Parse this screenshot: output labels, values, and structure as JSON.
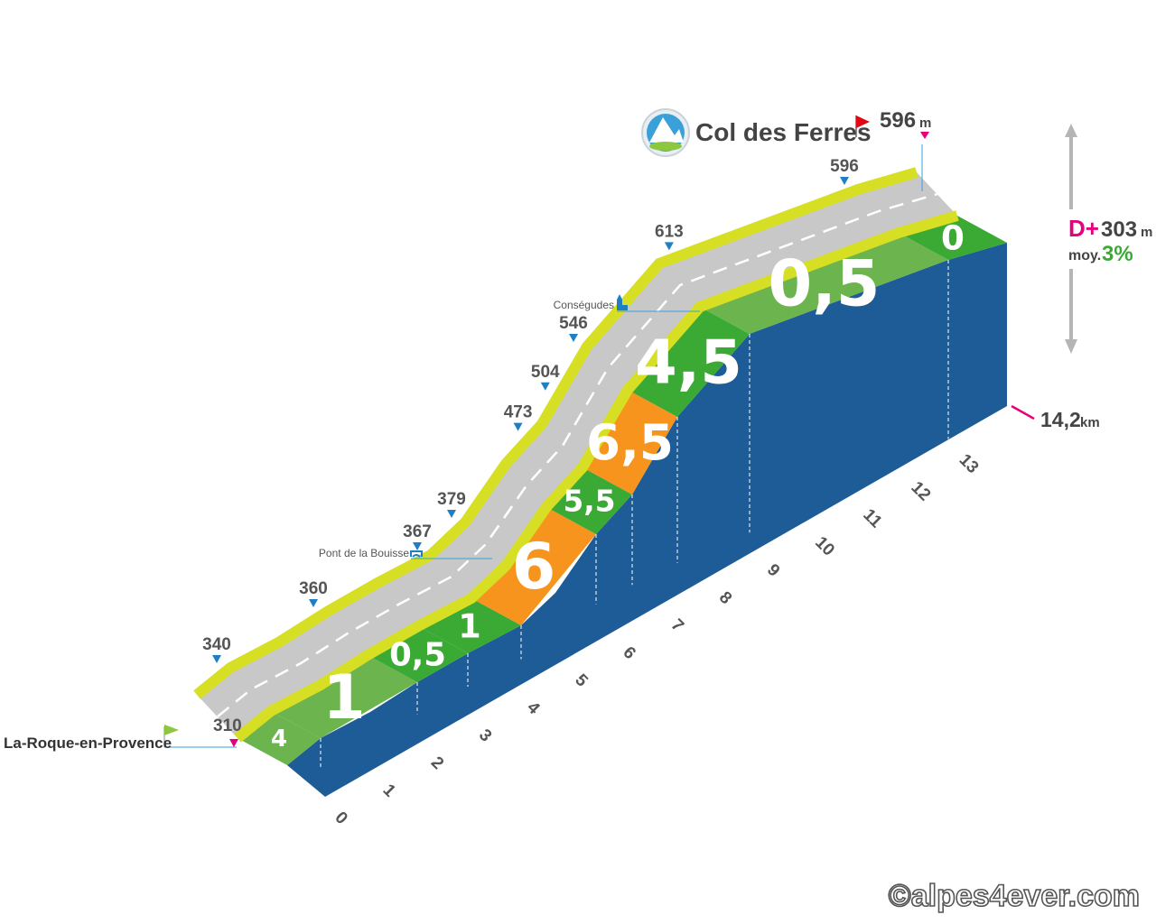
{
  "start": {
    "name": "La-Roque-en-Provence",
    "altitude": "310"
  },
  "summit": {
    "name": "Col des Ferres",
    "altitude": "596",
    "unit": "m"
  },
  "stats": {
    "dplus_label": "D+",
    "dplus_value": "303",
    "dplus_unit": "m",
    "avg_label": "moy.",
    "avg_value": "3%"
  },
  "distance": {
    "value": "14,2",
    "unit": "km"
  },
  "places": [
    {
      "name": "Pont de la Bouisse"
    },
    {
      "name": "Conségudes"
    }
  ],
  "copyright": "©alpes4ever.com",
  "chart_data": {
    "type": "elevation_profile",
    "km_ticks": [
      "0",
      "1",
      "2",
      "3",
      "4",
      "5",
      "6",
      "7",
      "8",
      "9",
      "10",
      "11",
      "12",
      "13"
    ],
    "altitude_markers": [
      {
        "km": 0,
        "altitude": "310"
      },
      {
        "km": 1,
        "altitude": "340"
      },
      {
        "km": 3,
        "altitude": "360"
      },
      {
        "km": 5,
        "altitude": "367"
      },
      {
        "km": 6,
        "altitude": "379"
      },
      {
        "km": 7.5,
        "altitude": "473"
      },
      {
        "km": 8,
        "altitude": "504"
      },
      {
        "km": 8.5,
        "altitude": "546"
      },
      {
        "km": 10,
        "altitude": "613"
      },
      {
        "km": 13,
        "altitude": "596"
      },
      {
        "km": 14.2,
        "altitude": "596"
      }
    ],
    "segments": [
      {
        "from_km": 0,
        "to_km": 1,
        "grade": "4",
        "color": "#6cb44e"
      },
      {
        "from_km": 1,
        "to_km": 3,
        "grade": "1",
        "color": "#6cb44e"
      },
      {
        "from_km": 3,
        "to_km": 4,
        "grade": "0,5",
        "color": "#3aaa35"
      },
      {
        "from_km": 4,
        "to_km": 5,
        "grade": "1",
        "color": "#3aaa35"
      },
      {
        "from_km": 5,
        "to_km": 7,
        "grade": "6",
        "color": "#f7941d"
      },
      {
        "from_km": 7,
        "to_km": 7.7,
        "grade": "5,5",
        "color": "#3aaa35"
      },
      {
        "from_km": 7.7,
        "to_km": 8.5,
        "grade": "6,5",
        "color": "#f7941d"
      },
      {
        "from_km": 8.5,
        "to_km": 9.6,
        "grade": "4,5",
        "color": "#3aaa35"
      },
      {
        "from_km": 9.6,
        "to_km": 13,
        "grade": "0,5",
        "color": "#6cb44e"
      },
      {
        "from_km": 13,
        "to_km": 14.2,
        "grade": "0",
        "color": "#3aaa35"
      }
    ],
    "colors": {
      "road": "#c8c8c8",
      "edge": "#d6df23",
      "wall": "#1d5c96",
      "marker": "#1f7fc4",
      "accent": "#e6007e",
      "flag_start": "#8dc63f",
      "flag_summit": "#e30613",
      "grade_green": "#3aaa35",
      "grade_orange": "#f7941d"
    }
  }
}
